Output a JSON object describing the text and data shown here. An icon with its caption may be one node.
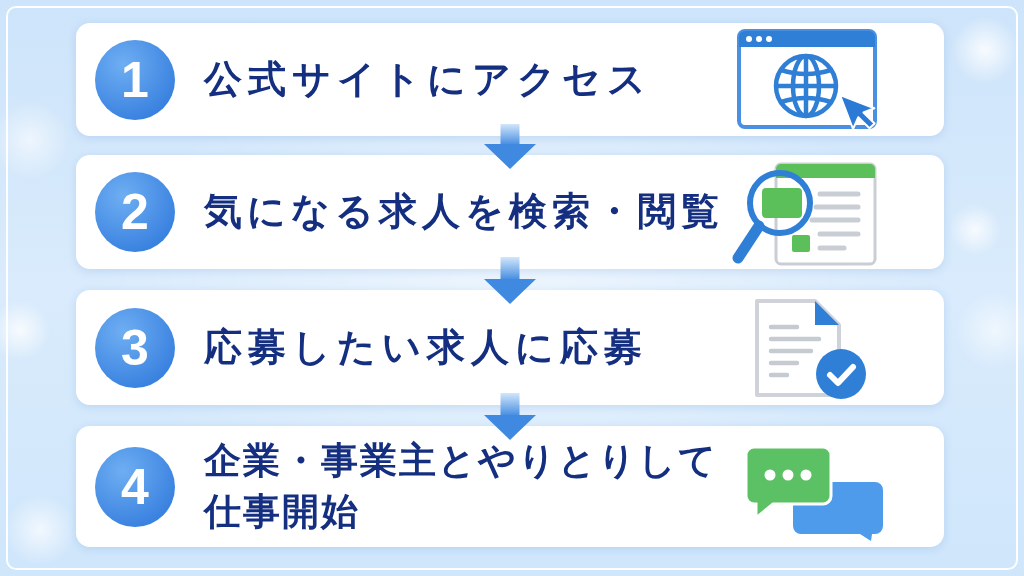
{
  "diagram": {
    "nodes": [
      {
        "text": [
          "公式サイトにアクセス"
        ]
      },
      {
        "text": [
          "1"
        ],
        "in": 0
      },
      {
        "text": [
          "気になる求人を検索・閲覧"
        ]
      },
      {
        "text": [
          "2"
        ],
        "in": 2
      },
      {
        "text": [
          "応募したい求人に応募"
        ]
      },
      {
        "text": [
          "3"
        ],
        "in": 4
      },
      {
        "text": [
          "企業・事業主とやりとりして仕事開始"
        ]
      },
      {
        "text": [
          "4"
        ],
        "in": 6
      }
    ],
    "edges": [
      {
        "from": 0,
        "to": 2,
        "arrow": "to"
      },
      {
        "from": 2,
        "to": 4,
        "arrow": "to"
      },
      {
        "from": 4,
        "to": 6,
        "arrow": "to"
      }
    ]
  }
}
